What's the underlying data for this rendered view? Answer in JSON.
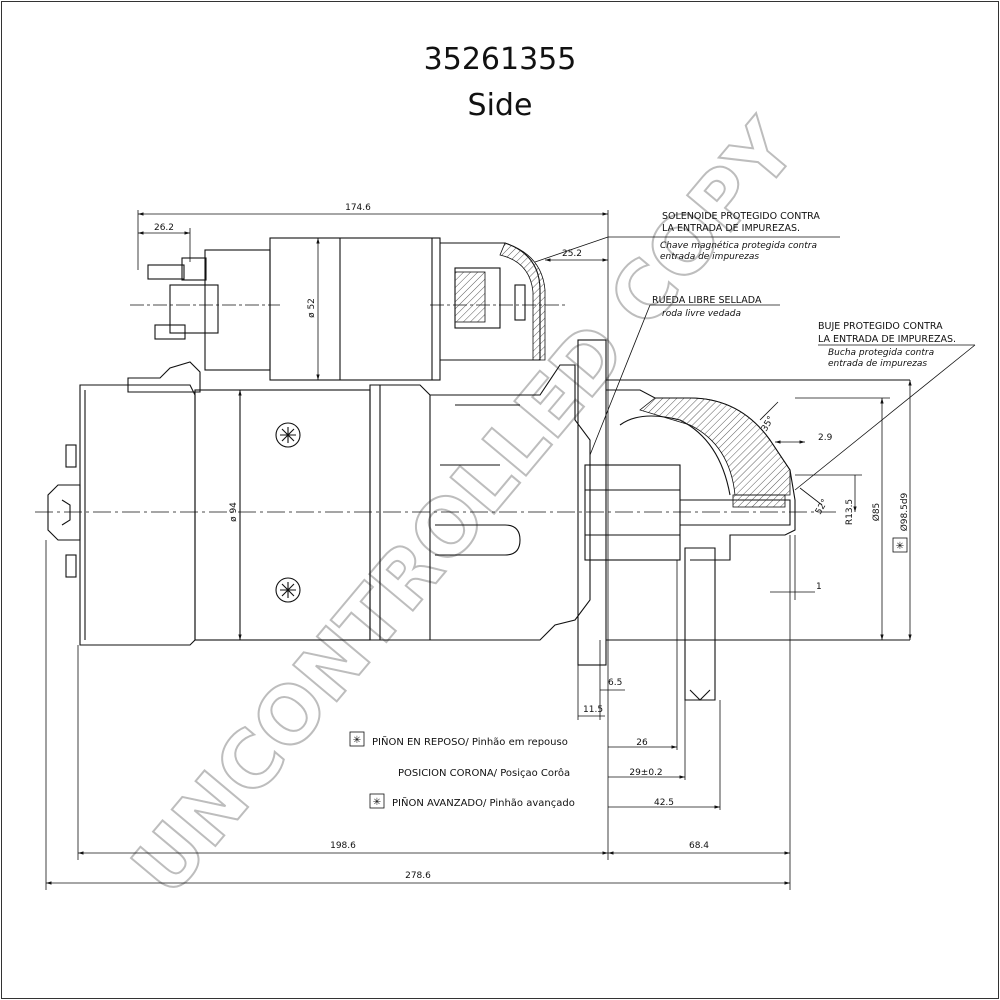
{
  "header": {
    "part_number": "35261355",
    "view": "Side"
  },
  "watermark": "UNCONTROLLED COPY",
  "dimensions": {
    "overall_top": "174.6",
    "terminal_offset": "26.2",
    "flange_to_nose": "25.2",
    "solenoid_diameter": "ø 52",
    "motor_diameter": "ø 94",
    "nose_step": "2.9",
    "gap": "1",
    "radius": "R13.5",
    "diameter_85": "Ø85",
    "diameter_pilot": "Ø98.5d9",
    "flange_65": "6.5",
    "flange_115": "11.5",
    "body_length": "198.6",
    "front_length": "68.4",
    "total_length": "278.6",
    "angle_35": "35°",
    "angle_52": "52°"
  },
  "notes": {
    "solenoid_es_1": "SOLENOIDE PROTEGIDO CONTRA",
    "solenoid_es_2": "LA ENTRADA DE IMPUREZAS.",
    "solenoid_pt_1": "Chave magnética protegida contra",
    "solenoid_pt_2": "entrada de impurezas",
    "wheel_es": "RUEDA LIBRE SELLADA",
    "wheel_pt": "roda livre vedada",
    "bushing_es_1": "BUJE PROTEGIDO CONTRA",
    "bushing_es_2": "LA ENTRADA DE IMPUREZAS.",
    "bushing_pt_1": "Bucha protegida contra",
    "bushing_pt_2": "entrada de impurezas"
  },
  "pinion_table": [
    {
      "label": "PIÑON EN REPOSO/ Pinhão em repouso",
      "value": "26",
      "starred": true
    },
    {
      "label": "POSICION CORONA/ Posiçao Corôa",
      "value": "29±0.2",
      "starred": false
    },
    {
      "label": "PIÑON AVANZADO/ Pinhão avançado",
      "value": "42.5",
      "starred": true
    }
  ],
  "star_symbol": "✳"
}
